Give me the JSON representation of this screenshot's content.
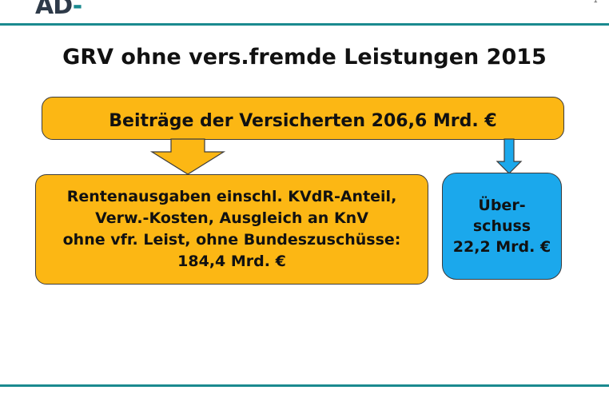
{
  "logo": {
    "text_main": "AD",
    "text_accent": "-"
  },
  "corner_mark": "1",
  "title": "GRV ohne vers.fremde Leistungen 2015",
  "flow": {
    "income_box": {
      "text": "Beiträge der Versicherten 206,6 Mrd. €"
    },
    "expenses_box": {
      "lines": [
        "Rentenausgaben einschl. KVdR-Anteil,",
        "Verw.-Kosten, Ausgleich an KnV",
        "ohne vfr. Leist, ohne Bundeszuschüsse:",
        "184,4 Mrd. €"
      ]
    },
    "surplus_box": {
      "lines": [
        "Über-",
        "schuss",
        "22,2 Mrd. €"
      ]
    }
  },
  "colors": {
    "accent_teal": "#1a8a8f",
    "box_orange": "#fcb714",
    "box_blue": "#1ba8ec",
    "box_border": "#3c3c3c"
  }
}
